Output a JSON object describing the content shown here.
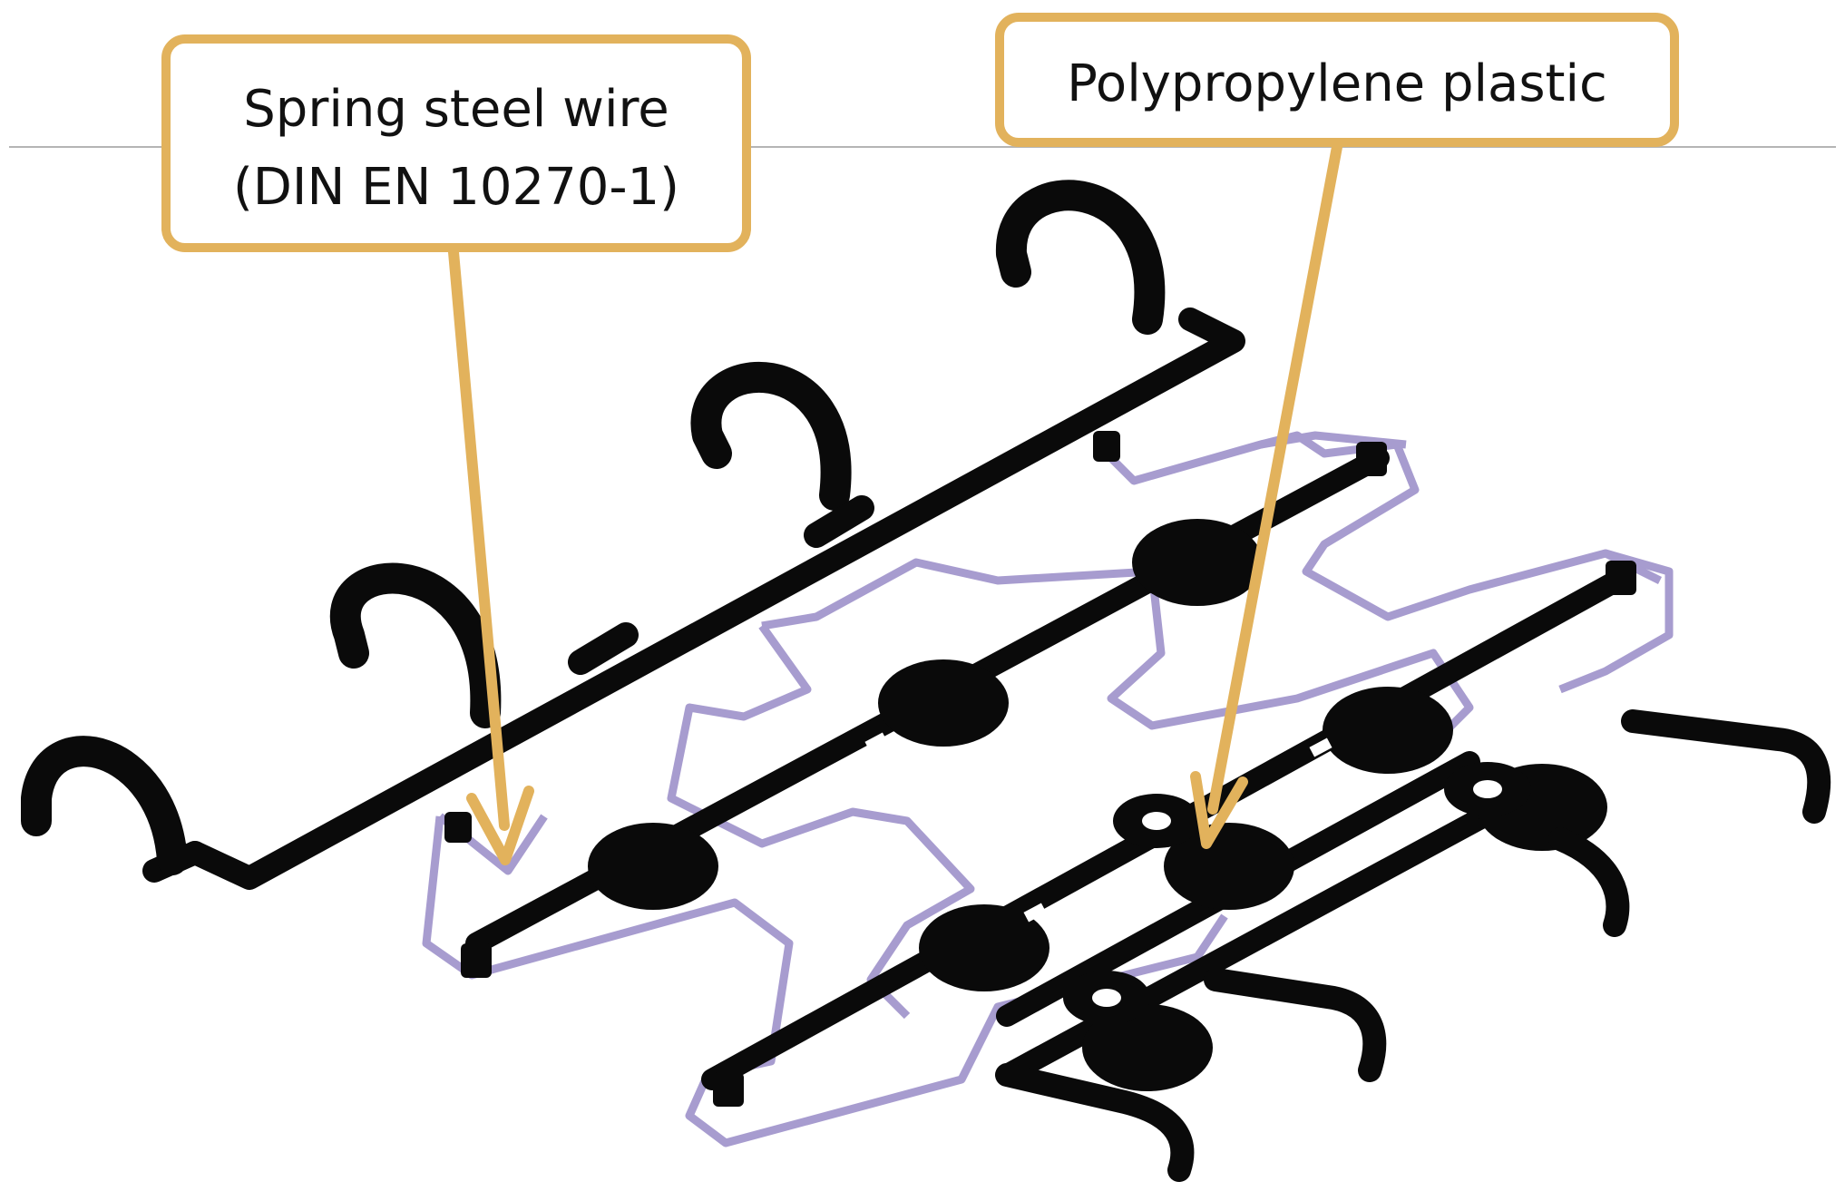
{
  "callouts": {
    "wire": {
      "line1": "Spring steel wire",
      "line2": "(DIN EN 10270-1)"
    },
    "plastic": {
      "line1": "Polypropylene plastic"
    }
  },
  "colors": {
    "callout_border": "#e2b25c",
    "arrow": "#e2b25c",
    "plastic": "#0a0a0a",
    "wire": "#a79ccf",
    "separator": "#b5b5b5"
  }
}
